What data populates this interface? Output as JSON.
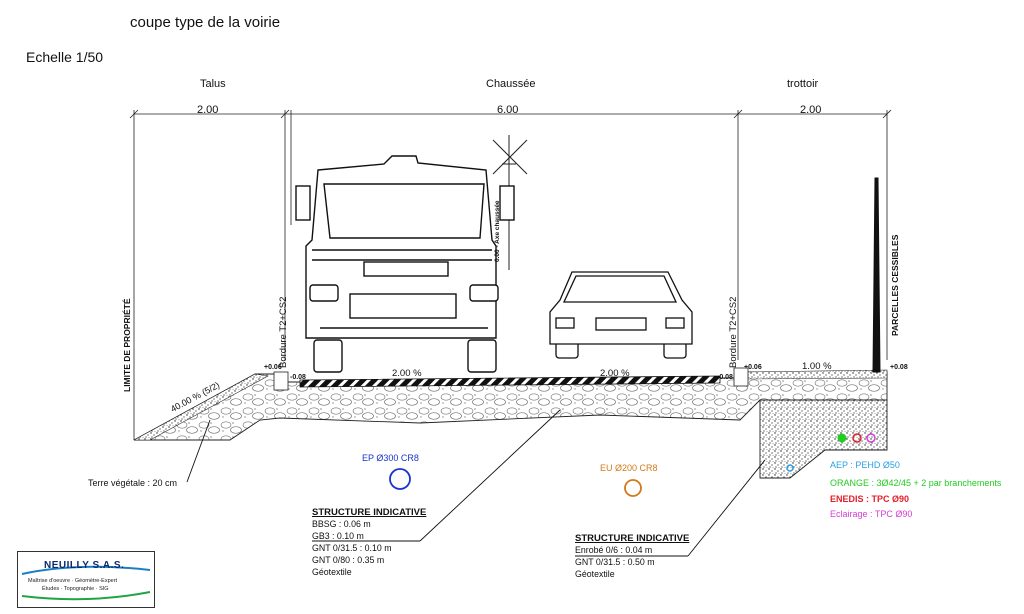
{
  "title": "coupe type de la voirie",
  "scale": "Echelle 1/50",
  "sections": {
    "talus": "Talus",
    "chaussee": "Chaussée",
    "trottoir": "trottoir"
  },
  "dims": {
    "talus": "2.00",
    "chaussee": "6.00",
    "trottoir": "2.00"
  },
  "labels": {
    "axe": "0.00 - Axe chaussée",
    "limite": "LIMITE DE PROPRIÉTÉ",
    "parcelles": "PARCELLES CESSIBLES",
    "bordure_left": "Bordure T2+CS2",
    "bordure_right": "Bordure T2+CS2",
    "slope_talus": "40.00 % (5/2)",
    "slope_left": "2.00 %",
    "slope_right": "2.00 %",
    "slope_trottoir": "1.00 %",
    "lvl_p006_left": "+0.06",
    "lvl_m008_left": "-0.08",
    "lvl_m008_right": "-0.08",
    "lvl_p006_right": "+0.06",
    "lvl_p008": "+0.08",
    "terre": "Terre végétale : 20 cm"
  },
  "pipes": {
    "ep": "EP Ø300 CR8",
    "eu": "EU Ø200 CR8"
  },
  "structure1": {
    "heading": "STRUCTURE INDICATIVE",
    "lines": [
      "BBSG : 0.06 m",
      "GB3 : 0.10 m",
      "GNT 0/31.5 : 0.10 m",
      "GNT 0/80 : 0.35 m",
      "Géotextile"
    ]
  },
  "structure2": {
    "heading": "STRUCTURE INDICATIVE",
    "lines": [
      "Enrobé 0/6 : 0.04 m",
      "GNT 0/31.5 : 0.50 m",
      "Géotextile"
    ]
  },
  "networks": [
    {
      "text": "AEP : PEHD Ø50",
      "color": "#2aa0e0"
    },
    {
      "text": "ORANGE : 3Ø42/45 + 2 par branchements",
      "color": "#22cc22"
    },
    {
      "text": "ENEDIS : TPC Ø90",
      "color": "#e0202a"
    },
    {
      "text": "Eclairage : TPC Ø90",
      "color": "#d43fd4"
    }
  ],
  "logo": {
    "name": "NEUILLY S.A.S.",
    "line1": "Maîtrise d'oeuvre · Géomètre-Expert",
    "line2": "Études · Topographie · SIG"
  }
}
